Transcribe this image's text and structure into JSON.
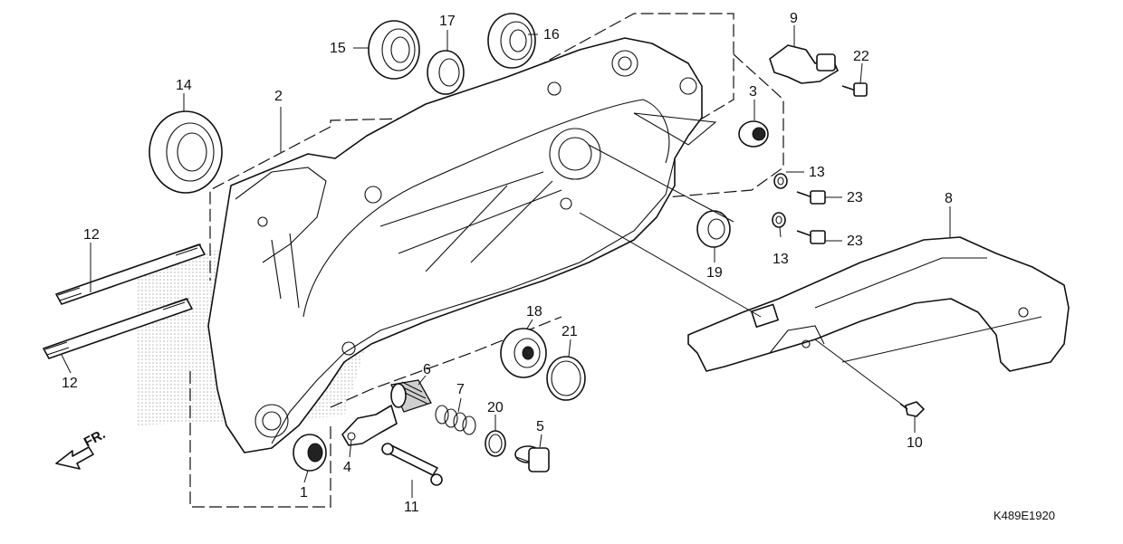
{
  "diagram": {
    "reference_code": "K489E1920",
    "direction_marker": "FR.",
    "callouts": [
      {
        "id": "c1",
        "label": "1"
      },
      {
        "id": "c2",
        "label": "2"
      },
      {
        "id": "c3",
        "label": "3"
      },
      {
        "id": "c4",
        "label": "4"
      },
      {
        "id": "c5",
        "label": "5"
      },
      {
        "id": "c6",
        "label": "6"
      },
      {
        "id": "c7",
        "label": "7"
      },
      {
        "id": "c8",
        "label": "8"
      },
      {
        "id": "c9",
        "label": "9"
      },
      {
        "id": "c10",
        "label": "10"
      },
      {
        "id": "c11",
        "label": "11"
      },
      {
        "id": "c12a",
        "label": "12"
      },
      {
        "id": "c12b",
        "label": "12"
      },
      {
        "id": "c13a",
        "label": "13"
      },
      {
        "id": "c13b",
        "label": "13"
      },
      {
        "id": "c14",
        "label": "14"
      },
      {
        "id": "c15",
        "label": "15"
      },
      {
        "id": "c16",
        "label": "16"
      },
      {
        "id": "c17",
        "label": "17"
      },
      {
        "id": "c18",
        "label": "18"
      },
      {
        "id": "c19",
        "label": "19"
      },
      {
        "id": "c20",
        "label": "20"
      },
      {
        "id": "c21",
        "label": "21"
      },
      {
        "id": "c22",
        "label": "22"
      },
      {
        "id": "c23a",
        "label": "23"
      },
      {
        "id": "c23b",
        "label": "23"
      }
    ]
  }
}
